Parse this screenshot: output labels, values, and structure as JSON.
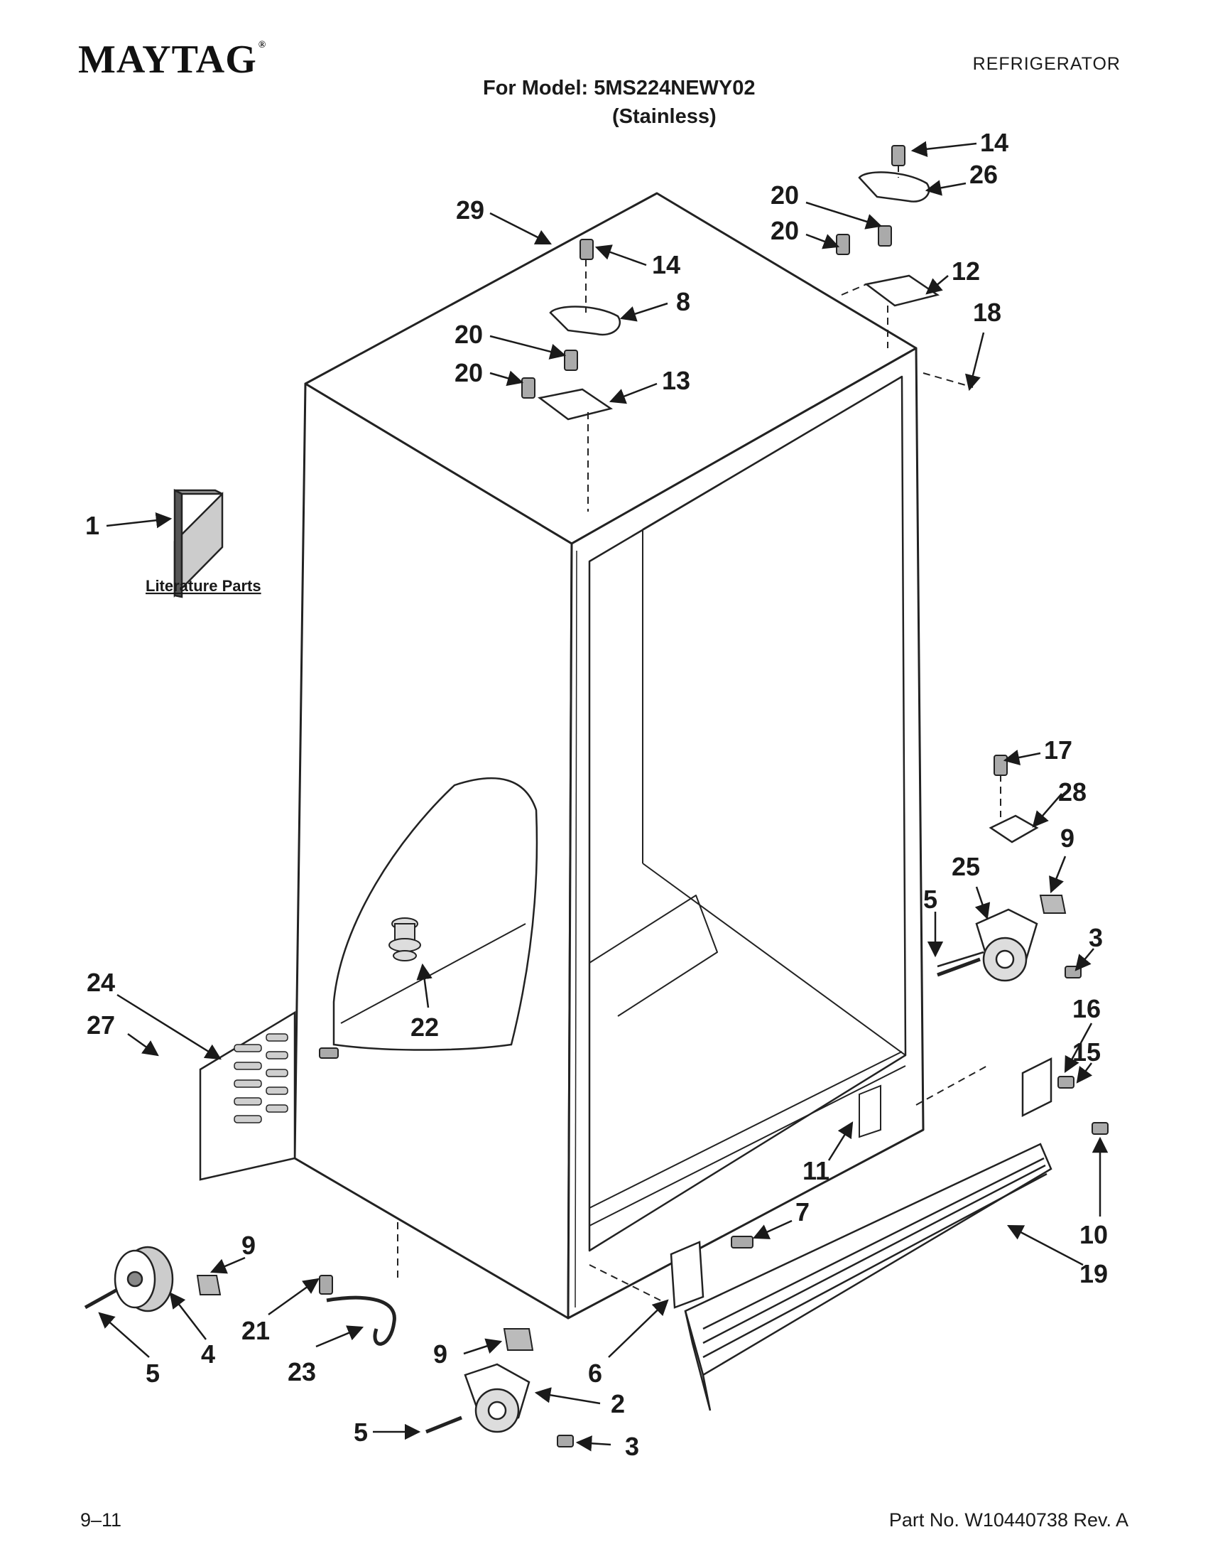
{
  "header": {
    "brand": "MAYTAG",
    "brand_mark": "®",
    "category": "REFRIGERATOR",
    "model_line": "For Model: 5MS224NEWY02",
    "finish_line": "(Stainless)"
  },
  "diagram": {
    "literature_label": "Literature Parts",
    "callouts": [
      "14",
      "26",
      "20",
      "20",
      "12",
      "18",
      "29",
      "14",
      "8",
      "20",
      "20",
      "13",
      "1",
      "17",
      "28",
      "9",
      "25",
      "5",
      "3",
      "16",
      "15",
      "24",
      "27",
      "22",
      "11",
      "10",
      "7",
      "19",
      "9",
      "21",
      "4",
      "5",
      "23",
      "9",
      "6",
      "2",
      "5",
      "3"
    ]
  },
  "footer": {
    "date": "9–11",
    "part_number": "Part No. W10440738 Rev. A"
  }
}
